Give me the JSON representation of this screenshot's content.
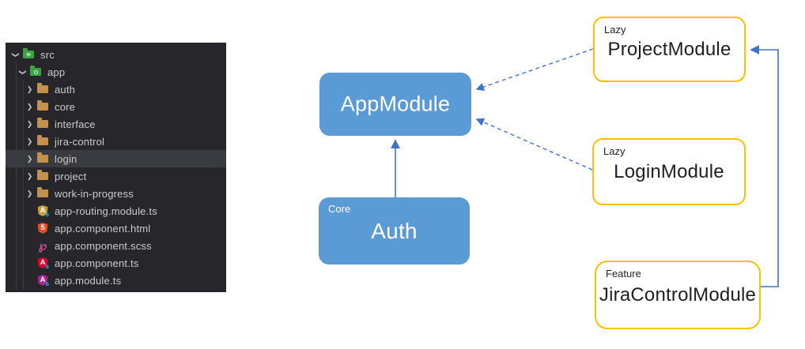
{
  "explorer": {
    "items": [
      {
        "label": "src",
        "level": 0,
        "kind": "folder",
        "variant": "src",
        "expanded": true,
        "selected": false,
        "color": "#3fa344",
        "icon": "folder-src-icon"
      },
      {
        "label": "app",
        "level": 1,
        "kind": "folder",
        "variant": "app",
        "expanded": true,
        "selected": false,
        "color": "#3fa344",
        "icon": "folder-app-icon"
      },
      {
        "label": "auth",
        "level": 2,
        "kind": "folder",
        "expanded": false,
        "selected": false,
        "color": "#c2914e",
        "icon": "folder-icon"
      },
      {
        "label": "core",
        "level": 2,
        "kind": "folder",
        "expanded": false,
        "selected": false,
        "color": "#c2914e",
        "icon": "folder-icon"
      },
      {
        "label": "interface",
        "level": 2,
        "kind": "folder",
        "expanded": false,
        "selected": false,
        "color": "#c2914e",
        "icon": "folder-icon"
      },
      {
        "label": "jira-control",
        "level": 2,
        "kind": "folder",
        "expanded": false,
        "selected": false,
        "color": "#c2914e",
        "icon": "folder-icon"
      },
      {
        "label": "login",
        "level": 2,
        "kind": "folder",
        "expanded": false,
        "selected": true,
        "color": "#c2914e",
        "icon": "folder-icon"
      },
      {
        "label": "project",
        "level": 2,
        "kind": "folder",
        "expanded": false,
        "selected": false,
        "color": "#c2914e",
        "icon": "folder-icon"
      },
      {
        "label": "work-in-progress",
        "level": 2,
        "kind": "folder",
        "expanded": false,
        "selected": false,
        "color": "#c2914e",
        "icon": "folder-icon"
      },
      {
        "label": "app-routing.module.ts",
        "level": 2,
        "kind": "shield",
        "selected": false,
        "color": "#c9a13b",
        "letter": "A",
        "sub": "s",
        "icon": "angular-routing-module-icon"
      },
      {
        "label": "app.component.html",
        "level": 2,
        "kind": "shield",
        "selected": false,
        "color": "#e44d26",
        "letter": "5",
        "sub": "",
        "icon": "html5-icon"
      },
      {
        "label": "app.component.scss",
        "level": 2,
        "kind": "sass",
        "selected": false,
        "color": "#c6538c",
        "glyph": "℘",
        "icon": "sass-icon"
      },
      {
        "label": "app.component.ts",
        "level": 2,
        "kind": "shield",
        "selected": false,
        "color": "#dd0031",
        "letter": "A",
        "sub": "s",
        "icon": "angular-component-icon"
      },
      {
        "label": "app.module.ts",
        "level": 2,
        "kind": "shield",
        "selected": false,
        "color": "#a6268e",
        "letter": "A",
        "sub": "s",
        "icon": "angular-module-icon"
      }
    ]
  },
  "diagram": {
    "nodes": [
      {
        "id": "app-module",
        "title": "AppModule",
        "tag": "",
        "category": "root"
      },
      {
        "id": "auth",
        "title": "Auth",
        "tag": "Core",
        "category": "core"
      },
      {
        "id": "project-module",
        "title": "ProjectModule",
        "tag": "Lazy",
        "category": "lazy"
      },
      {
        "id": "login-module",
        "title": "LoginModule",
        "tag": "Lazy",
        "category": "lazy"
      },
      {
        "id": "jira-control-module",
        "title": "JiraControlModule",
        "tag": "Feature",
        "category": "feature"
      }
    ],
    "edges": [
      {
        "from": "Auth",
        "to": "AppModule",
        "style": "solid"
      },
      {
        "from": "ProjectModule",
        "to": "AppModule",
        "style": "dashed"
      },
      {
        "from": "LoginModule",
        "to": "AppModule",
        "style": "dashed"
      },
      {
        "from": "JiraControlModule",
        "to": "ProjectModule",
        "style": "solid"
      }
    ],
    "colors": {
      "node_fill": "#5b9bd5",
      "node_text": "#ffffff",
      "lazy_border": "#ffc000",
      "edge": "#4472c4"
    }
  }
}
